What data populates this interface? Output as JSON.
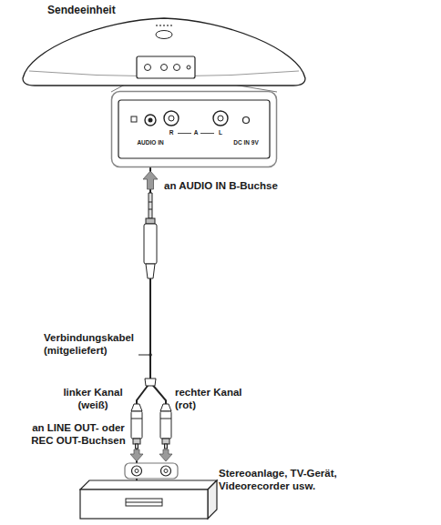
{
  "diagram": {
    "nodes": [
      {
        "text": [
          "Sendeeinheit"
        ]
      },
      {
        "text": [
          "AUDIO IN",
          "R",
          "A",
          "L",
          "DC IN 9V"
        ]
      },
      {
        "text": [
          "Stereoanlage, TV-Gerät, Videorecorder usw."
        ]
      }
    ],
    "edges": [
      {
        "from": 1,
        "to": 2,
        "arrow": "none"
      }
    ],
    "labels": [
      "an AUDIO IN B-Buchse",
      "Verbindungskabel (mitgeliefert)",
      "linker Kanal (weiß)",
      "rechter Kanal (rot)",
      "an LINE OUT- oder REC OUT-Buchsen"
    ]
  }
}
